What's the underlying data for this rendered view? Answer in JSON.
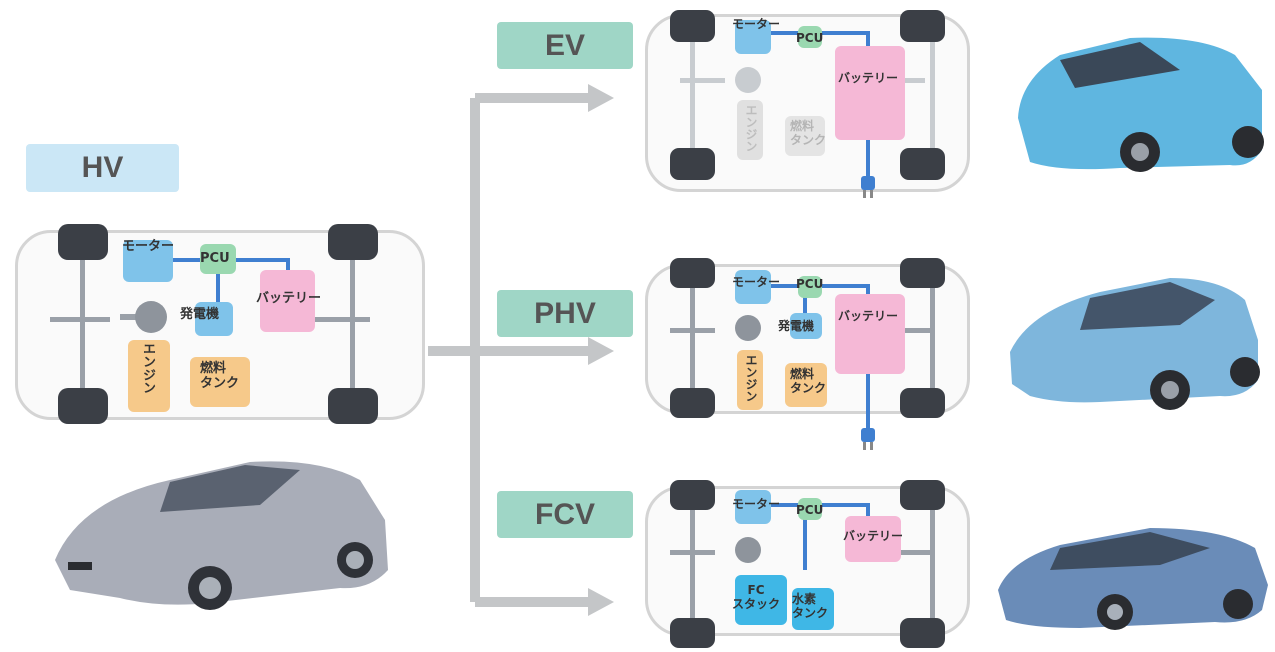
{
  "hv": {
    "tag": "HV",
    "labels": {
      "motor": "モーター",
      "pcu": "PCU",
      "battery": "バッテリー",
      "generator": "発電機",
      "engine": "エンジン",
      "fuel_tank": "燃料\nタンク"
    }
  },
  "ev": {
    "tag": "EV",
    "labels": {
      "motor": "モーター",
      "pcu": "PCU",
      "battery": "バッテリー",
      "engine": "エンジン",
      "fuel_tank": "燃料\nタンク"
    }
  },
  "phv": {
    "tag": "PHV",
    "labels": {
      "motor": "モーター",
      "pcu": "PCU",
      "battery": "バッテリー",
      "generator": "発電機",
      "engine": "エンジン",
      "fuel_tank": "燃料\nタンク"
    }
  },
  "fcv": {
    "tag": "FCV",
    "labels": {
      "motor": "モーター",
      "pcu": "PCU",
      "battery": "バッテリー",
      "fc_stack": "FC\nスタック",
      "hydrogen_tank": "水素\nタンク"
    }
  },
  "colors": {
    "tag_hv": "#cbe7f6",
    "tag_green": "#9fd6c6",
    "motor": "#7fc3ea",
    "pcu": "#9ad8b0",
    "battery": "#f5b8d6",
    "engine": "#f6c98a",
    "fc_stack": "#3fb7e6",
    "wire": "#3f7fd0",
    "arrow": "#c4c6c8",
    "car_hv": "#a9adb8",
    "car_blue": "#5fb6e0",
    "car_prius_blue": "#7eb6dc",
    "car_fcv": "#6a8cb8"
  }
}
